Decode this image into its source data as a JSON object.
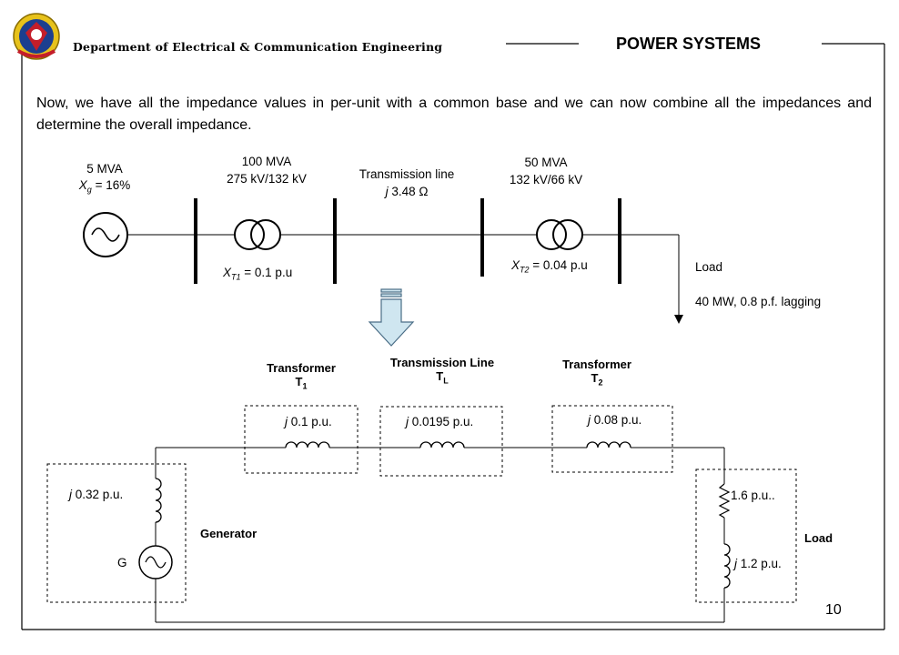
{
  "header": {
    "department": "Department of Electrical & Communication Engineering",
    "course": "POWER SYSTEMS"
  },
  "intro": "Now, we have all the impedance values in per-unit with a common base and we can now combine all the impedances and determine the overall impedance.",
  "single_line": {
    "generator": {
      "rating": "5 MVA",
      "xg_symbol": "X",
      "xg_sub": "g",
      "xg_value": " = 16%"
    },
    "t1": {
      "rating": "100 MVA",
      "voltage": "275 kV/132 kV",
      "x_symbol": "X",
      "x_sub": "T1",
      "x_value": " = 0.1 p.u"
    },
    "line": {
      "label": "Transmission line",
      "impedance_j": "j",
      "impedance": " 3.48 Ω"
    },
    "t2": {
      "rating": "50 MVA",
      "voltage": "132 kV/66 kV",
      "x_symbol": "X",
      "x_sub": "T2",
      "x_value": " = 0.04 p.u"
    },
    "load": {
      "label": "Load",
      "value": "40 MW, 0.8 p.f. lagging"
    }
  },
  "equivalent": {
    "t1_title": "Transformer",
    "t1_sub_t": "T",
    "t1_sub_n": "1",
    "tl_title": "Transmission Line",
    "tl_sub_t": "T",
    "tl_sub_n": "L",
    "t2_title": "Transformer",
    "t2_sub_t": "T",
    "t2_sub_n": "2",
    "j": "j",
    "t1_value": " 0.1 p.u.",
    "tl_value": " 0.0195 p.u.",
    "t2_value": " 0.08 p.u.",
    "gen_value": " 0.32 p.u.",
    "gen_symbol": "G",
    "gen_title": "Generator",
    "load_r": "1.6 p.u..",
    "load_x": " 1.2 p.u.",
    "load_title": "Load"
  },
  "page_number": "10"
}
